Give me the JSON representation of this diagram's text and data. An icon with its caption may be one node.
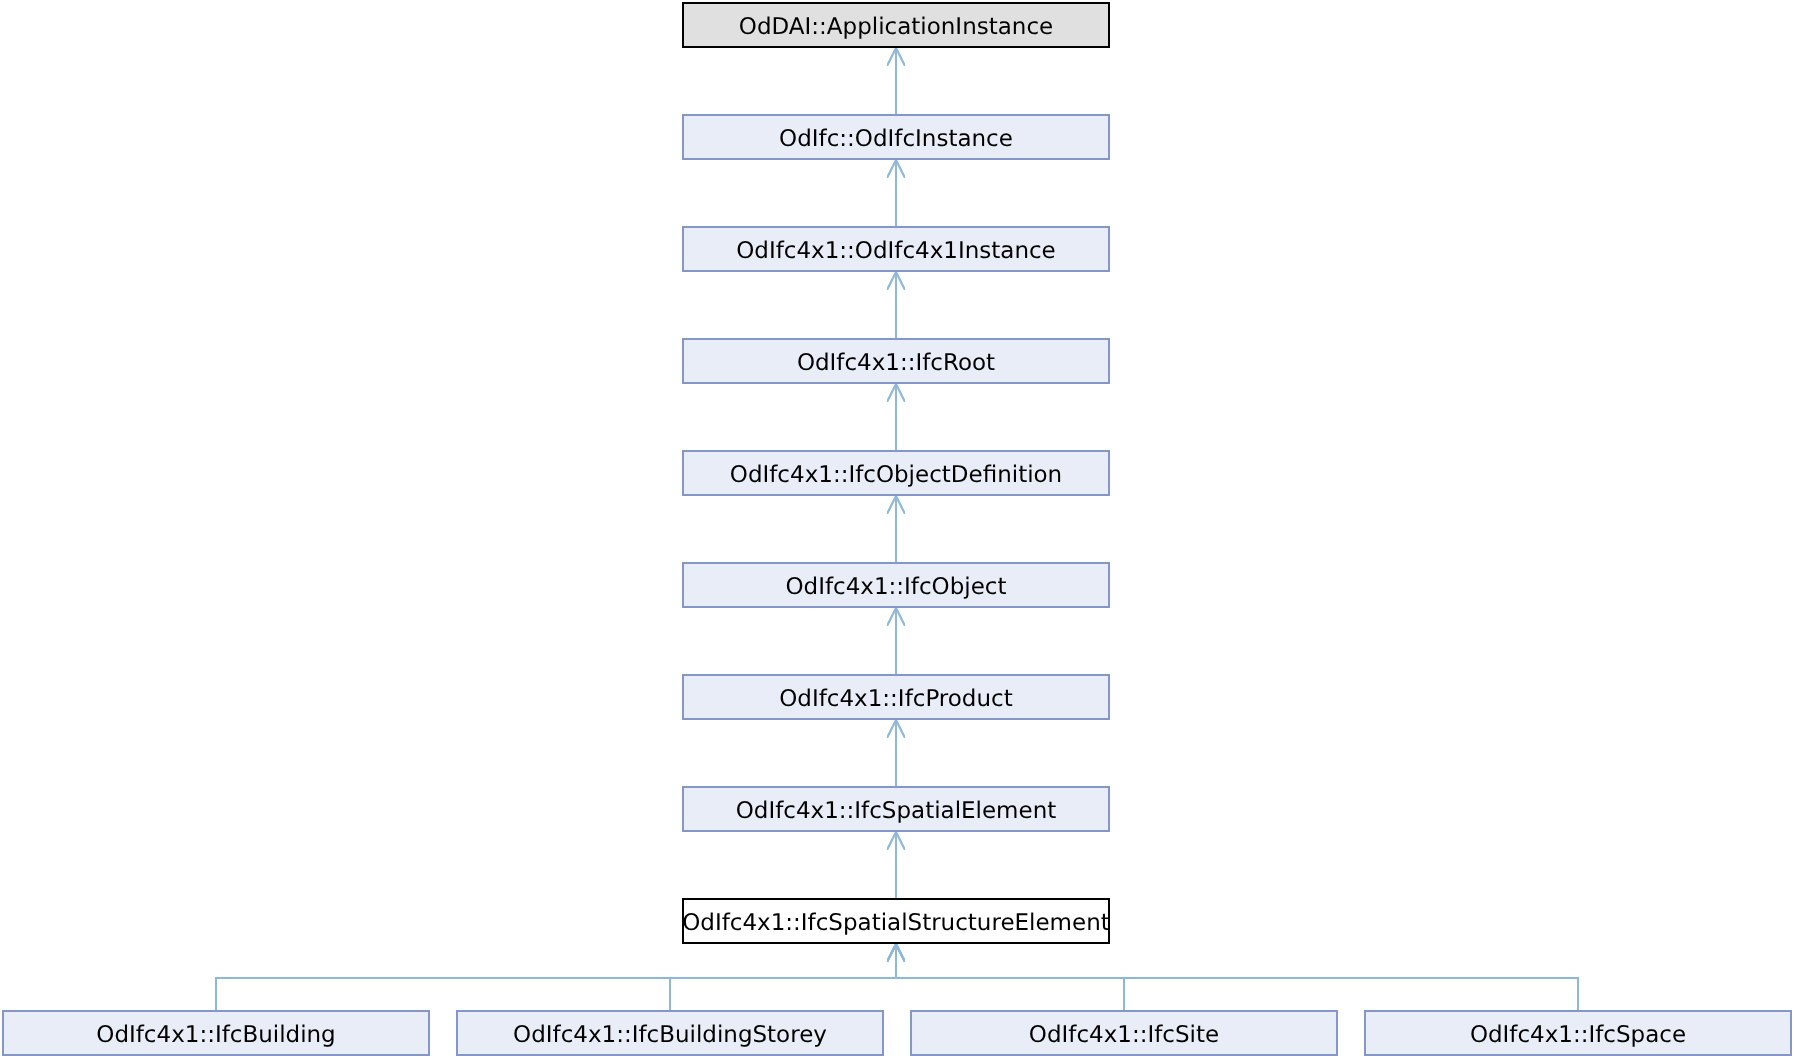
{
  "diagram": {
    "nodes": [
      {
        "text": [
          "OdDAI::ApplicationInstance"
        ]
      },
      {
        "text": [
          "OdIfc::OdIfcInstance"
        ]
      },
      {
        "text": [
          "OdIfc4x1::OdIfc4x1Instance"
        ]
      },
      {
        "text": [
          "OdIfc4x1::IfcRoot"
        ]
      },
      {
        "text": [
          "OdIfc4x1::IfcObjectDefinition"
        ]
      },
      {
        "text": [
          "OdIfc4x1::IfcObject"
        ]
      },
      {
        "text": [
          "OdIfc4x1::IfcProduct"
        ]
      },
      {
        "text": [
          "OdIfc4x1::IfcSpatialElement"
        ]
      },
      {
        "text": [
          "OdIfc4x1::IfcSpatialStructureElement"
        ]
      },
      {
        "text": [
          "OdIfc4x1::IfcBuilding"
        ]
      },
      {
        "text": [
          "OdIfc4x1::IfcBuildingStorey"
        ]
      },
      {
        "text": [
          "OdIfc4x1::IfcSite"
        ]
      },
      {
        "text": [
          "OdIfc4x1::IfcSpace"
        ]
      }
    ],
    "edges": [
      {
        "from": 1,
        "to": 0,
        "arrow": "to"
      },
      {
        "from": 2,
        "to": 1,
        "arrow": "to"
      },
      {
        "from": 3,
        "to": 2,
        "arrow": "to"
      },
      {
        "from": 4,
        "to": 3,
        "arrow": "to"
      },
      {
        "from": 5,
        "to": 4,
        "arrow": "to"
      },
      {
        "from": 6,
        "to": 5,
        "arrow": "to"
      },
      {
        "from": 7,
        "to": 6,
        "arrow": "to"
      },
      {
        "from": 8,
        "to": 7,
        "arrow": "to"
      },
      {
        "from": 9,
        "to": 8,
        "arrow": "to"
      },
      {
        "from": 10,
        "to": 8,
        "arrow": "to"
      },
      {
        "from": 11,
        "to": 8,
        "arrow": "to"
      },
      {
        "from": 12,
        "to": 8,
        "arrow": "to"
      }
    ]
  }
}
